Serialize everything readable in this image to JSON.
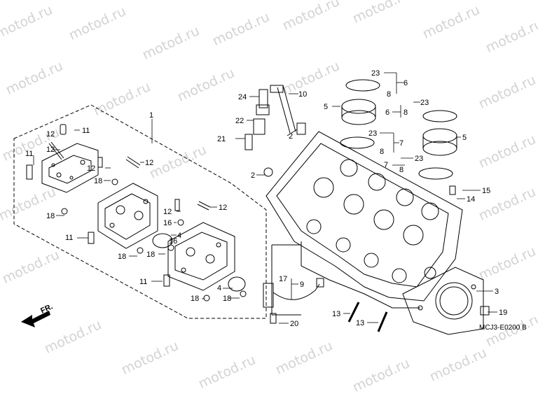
{
  "watermark": "motod.ru",
  "diagram_code": "MCJ3-E0200 B",
  "front_marker": "FR.",
  "callouts": {
    "n1": "1",
    "n2a": "2",
    "n2b": "2",
    "n3": "3",
    "n4a": "4",
    "n4b": "4",
    "n5a": "5",
    "n5b": "5",
    "n6a": "6",
    "n6b": "6",
    "n7a": "7",
    "n7b": "7",
    "n8a": "8",
    "n8b": "8",
    "n8c": "8",
    "n8d": "8",
    "n9": "9",
    "n10": "10",
    "n11a": "11",
    "n11b": "11",
    "n11c": "11",
    "n11d": "11",
    "n12a": "12",
    "n12b": "12",
    "n12c": "12",
    "n12d": "12",
    "n12e": "12",
    "n13a": "13",
    "n13b": "13",
    "n14": "14",
    "n15": "15",
    "n16a": "16",
    "n16b": "16",
    "n17": "17",
    "n18a": "18",
    "n18b": "18",
    "n18c": "18",
    "n18d": "18",
    "n18e": "18",
    "n18f": "18",
    "n19": "19",
    "n20": "20",
    "n21": "21",
    "n22": "22",
    "n23a": "23",
    "n23b": "23",
    "n23c": "23",
    "n23d": "23",
    "n24": "24"
  }
}
